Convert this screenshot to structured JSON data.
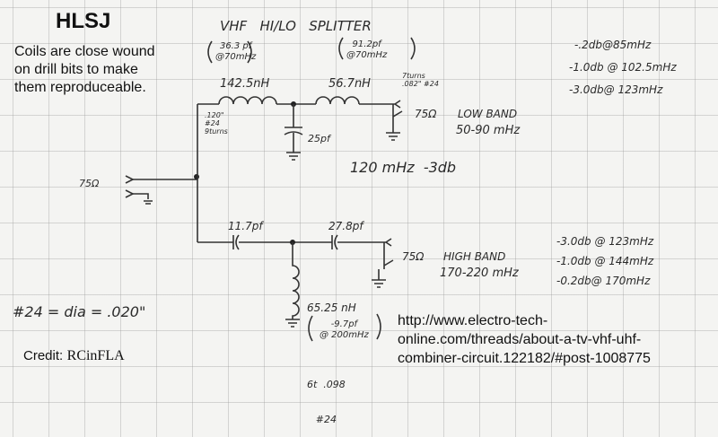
{
  "header": {
    "title": "HLSJ",
    "note_lines": [
      "Coils are close wound",
      "on drill bits to make",
      "them reproduceable."
    ]
  },
  "diagram": {
    "title": "VHF   HI/LO   SPLITTER",
    "low_pass": {
      "l1_value": "142.5nH",
      "l1_reactance": [
        "36.3 pf",
        "@70mHz"
      ],
      "l1_winding": [
        ".120\"",
        "#24",
        "9turns"
      ],
      "l2_value": "56.7nH",
      "l2_reactance": [
        "91.2pf",
        "@70mHz"
      ],
      "l2_winding": [
        "7turns",
        ".082\"  #24"
      ],
      "c_shunt": "25pf",
      "output_impedance": "75Ω",
      "band_label": "LOW BAND",
      "band_range": "50-90 mHz",
      "cutoff_note": "120 mHz  -3db",
      "response": [
        "-.2db@85mHz",
        "-1.0db @ 102.5mHz",
        "-3.0db@ 123mHz"
      ]
    },
    "input": {
      "impedance": "75Ω"
    },
    "high_pass": {
      "c1_value": "11.7pf",
      "c2_value": "27.8pf",
      "l_shunt_value": "65.25 nH",
      "l_shunt_reactance": [
        "-9.7pf",
        "@ 200mHz"
      ],
      "l_shunt_winding": [
        "6t  .098",
        "#24"
      ],
      "output_impedance": "75Ω",
      "band_label": "HIGH BAND",
      "band_range": "170-220 mHz",
      "response": [
        "-3.0db @ 123mHz",
        "-1.0db @ 144mHz",
        "-0.2db@ 170mHz"
      ]
    },
    "wire_note": "#24 = dia = .020\""
  },
  "footer": {
    "credit_label": "Credit:",
    "credit_name": "RCinFLA",
    "url_lines": [
      "http://www.electro-tech-",
      "online.com/threads/about-a-tv-vhf-uhf-",
      "combiner-circuit.122182/#post-1008775"
    ]
  }
}
